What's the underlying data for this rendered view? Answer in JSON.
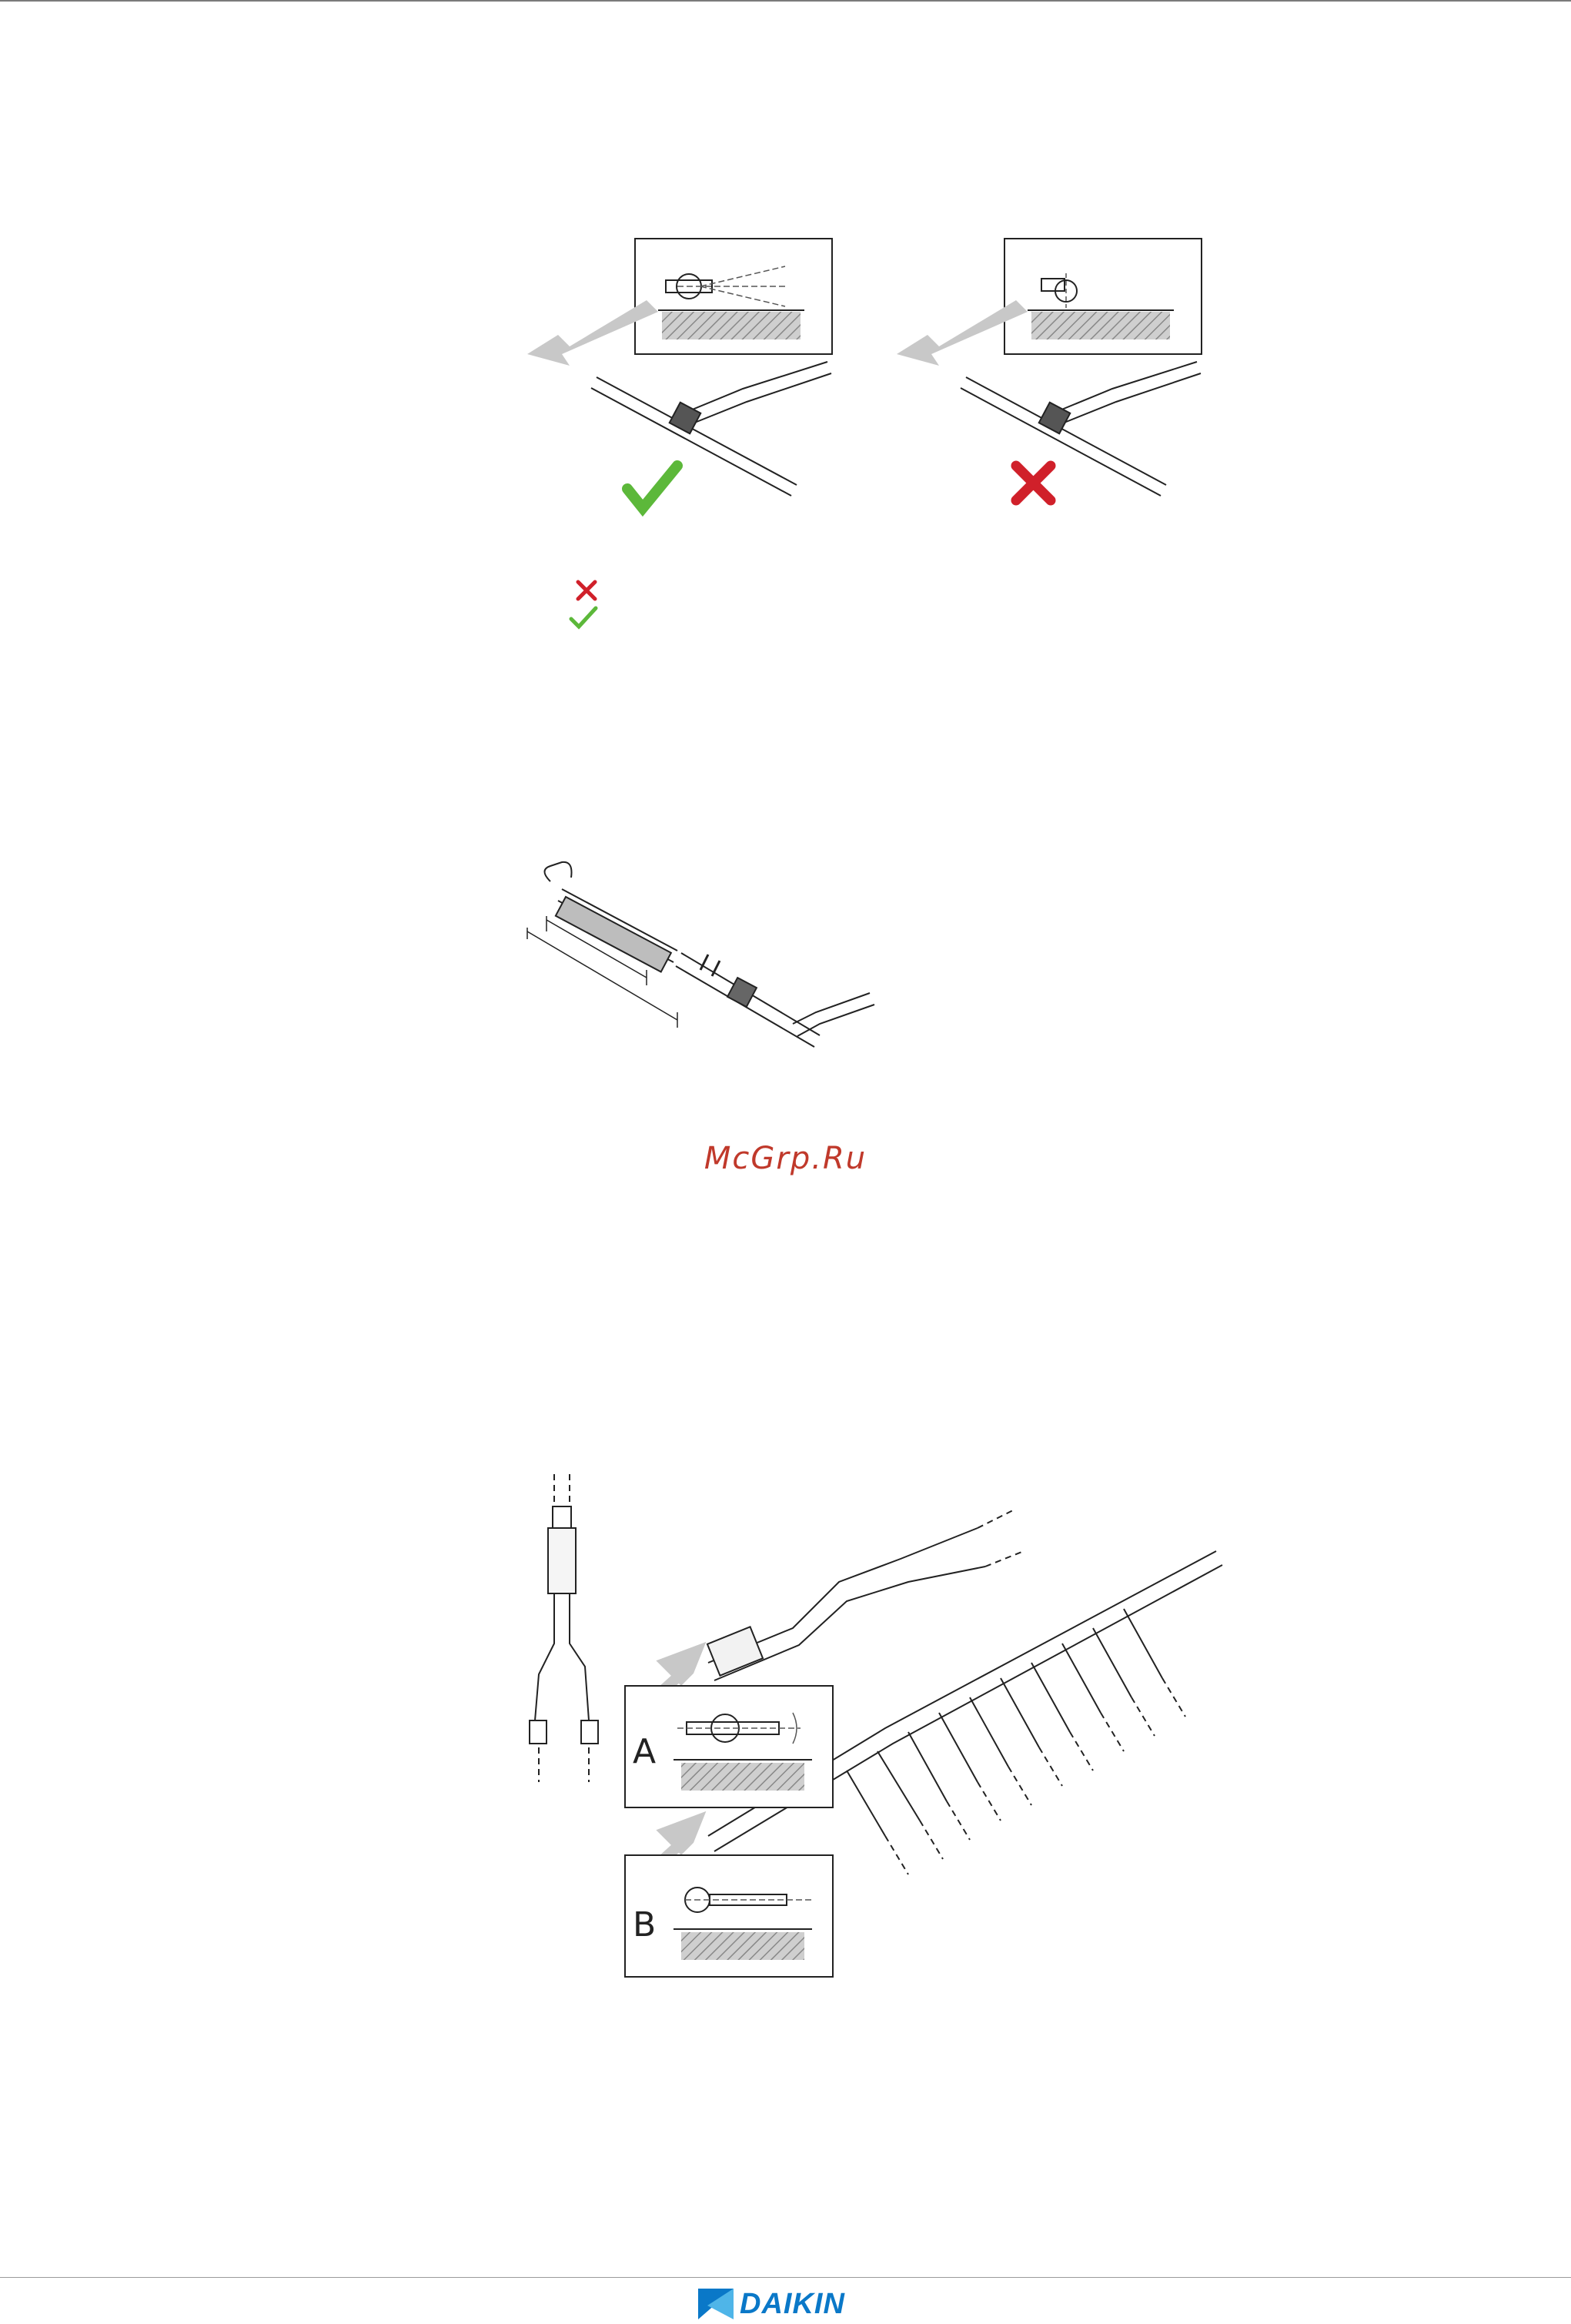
{
  "watermark": "McGrp.Ru",
  "brand": {
    "name": "DAIKIN"
  },
  "legend": [
    {
      "icon": "cross-icon",
      "color": "#d0202a"
    },
    {
      "icon": "check-icon",
      "color": "#5cb83a"
    }
  ],
  "figure_labels": {
    "a": "A",
    "b": "B"
  },
  "colors": {
    "check": "#5cb83a",
    "cross": "#d0202a",
    "arrow": "#c8c8c8",
    "line": "#222222",
    "brand": "#0a78c8"
  }
}
